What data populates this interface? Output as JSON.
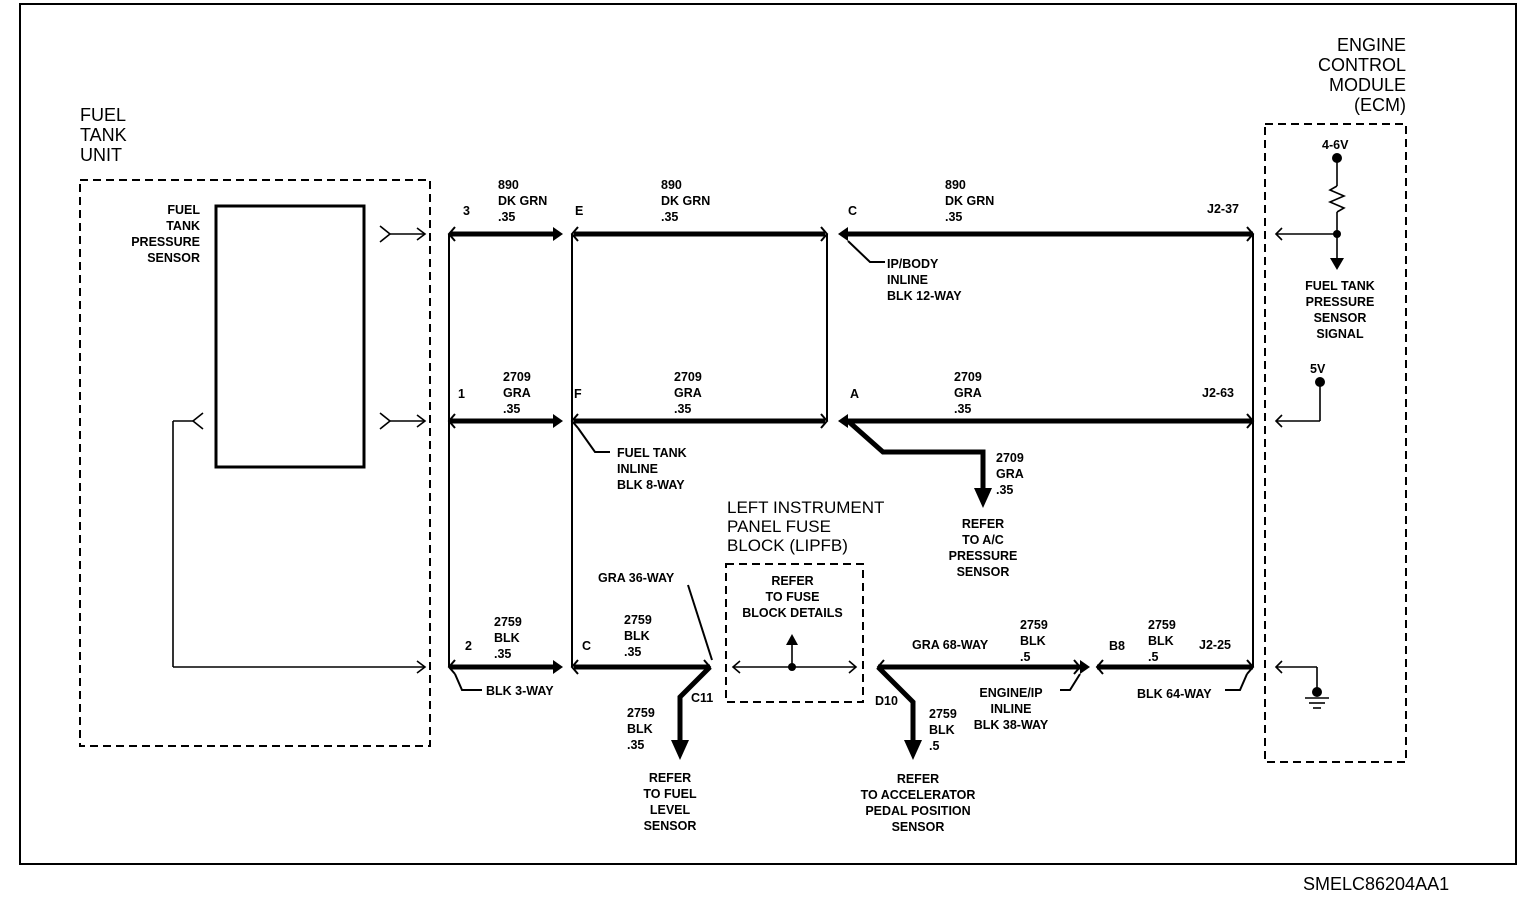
{
  "diagram_id": "SMELC86204AA1",
  "fuel_tank_unit": {
    "title": "FUEL\nTANK\nUNIT",
    "sensor_label": "FUEL\nTANK\nPRESSURE\nSENSOR"
  },
  "ecm": {
    "title": "ENGINE\nCONTROL\nMODULE\n(ECM)",
    "voltage_top": "4-6V",
    "voltage_5v": "5V",
    "signal_label": "FUEL TANK\nPRESSURE\nSENSOR\nSIGNAL"
  },
  "pins": {
    "c3_1": "3",
    "c3_2": "1",
    "c3_3": "2",
    "inline8_e": "E",
    "inline8_f": "F",
    "inline8_c": "C",
    "ip12_c": "C",
    "ip12_a": "A",
    "j2_37": "J2-37",
    "j2_63": "J2-63",
    "j2_25": "J2-25",
    "c11": "C11",
    "d10": "D10",
    "b8": "B8"
  },
  "wires": {
    "w1": "890\nDK GRN\n.35",
    "w2": "890\nDK GRN\n.35",
    "w3": "890\nDK GRN\n.35",
    "w4": "2709\nGRA\n.35",
    "w5": "2709\nGRA\n.35",
    "w6": "2709\nGRA\n.35",
    "w7": "2709\nGRA\n.35",
    "w8": "2759\nBLK\n.35",
    "w9": "2759\nBLK\n.35",
    "w10": "2759\nBLK\n.35",
    "w11": "2759\nBLK\n.5",
    "w12": "2759\nBLK\n.5",
    "w13": "2759\nBLK\n.5"
  },
  "connectors": {
    "ip_body": "IP/BODY\nINLINE\nBLK 12-WAY",
    "fuel_tank_inline": "FUEL TANK\nINLINE\nBLK 8-WAY",
    "blk_3way": "BLK 3-WAY",
    "gra_36way": "GRA 36-WAY",
    "gra_68way": "GRA 68-WAY",
    "engine_ip": "ENGINE/IP\nINLINE\nBLK 38-WAY",
    "blk_64way": "BLK 64-WAY"
  },
  "lipfb": {
    "title": "LEFT INSTRUMENT\nPANEL FUSE\nBLOCK (LIPFB)",
    "refer": "REFER\nTO FUSE\nBLOCK DETAILS"
  },
  "refs": {
    "ac": "REFER\nTO A/C\nPRESSURE\nSENSOR",
    "fuel_level": "REFER\nTO FUEL\nLEVEL\nSENSOR",
    "accel": "REFER\nTO ACCELERATOR\nPEDAL POSITION\nSENSOR"
  }
}
